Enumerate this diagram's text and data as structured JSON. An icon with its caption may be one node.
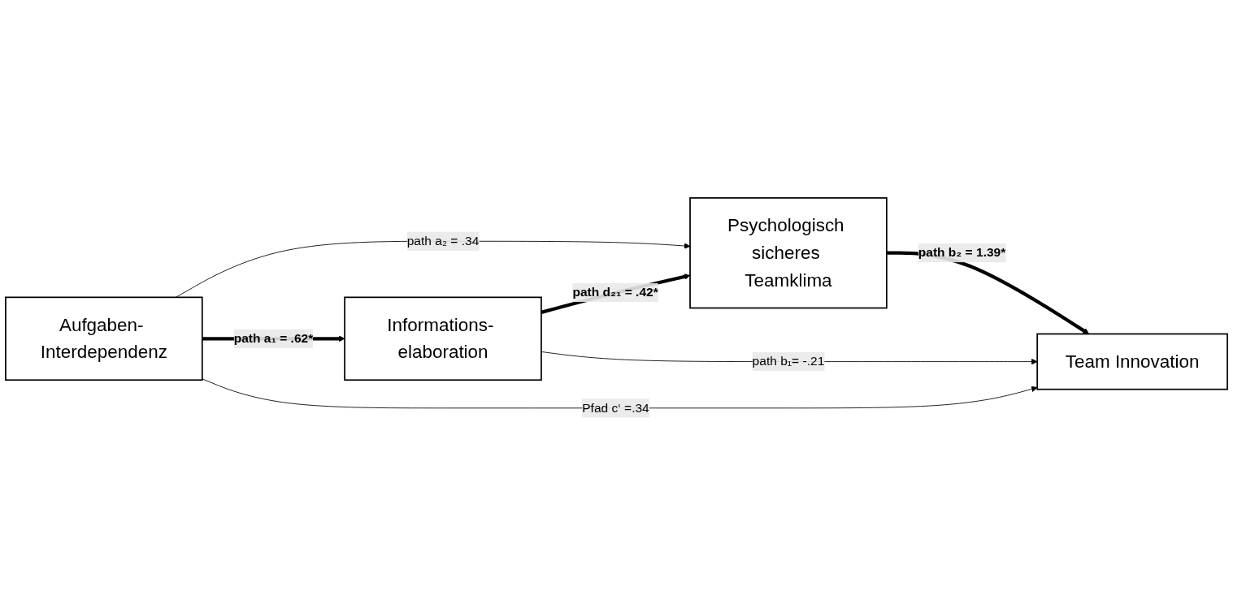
{
  "diagram": {
    "nodes": [
      {
        "text": [
          "Informations- elaboration"
        ]
      },
      {
        "text": [
          "Psychologisch sicheres Teamklima"
        ]
      },
      {
        "text": [
          "Aufgaben- Interdependenz"
        ]
      },
      {
        "text": [
          "Team Innovation"
        ]
      }
    ],
    "edges": [
      {
        "from": 2,
        "to": 0,
        "arrow": "to",
        "style": "thick",
        "label": "path a₁ = .62*"
      },
      {
        "from": 2,
        "to": 1,
        "arrow": "to",
        "label": "path a₂ = .34"
      },
      {
        "from": 0,
        "to": 1,
        "arrow": "to",
        "style": "thick",
        "label": "path d₂₁ = .42*"
      },
      {
        "from": 1,
        "to": 3,
        "arrow": "to",
        "style": "thick",
        "label": "path b₂ = 1.39*"
      },
      {
        "from": 0,
        "to": 3,
        "arrow": "to",
        "label": "path b₁=  -.21"
      },
      {
        "from": 2,
        "to": 3,
        "arrow": "to",
        "label": "Pfad c‘ =.34"
      }
    ]
  }
}
